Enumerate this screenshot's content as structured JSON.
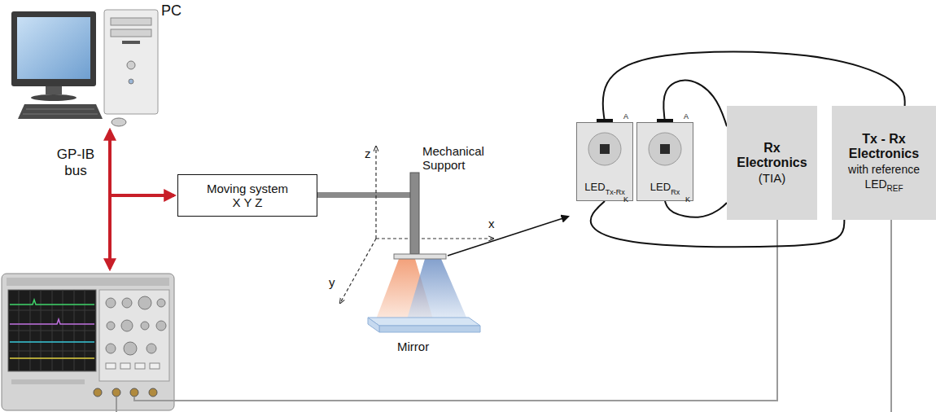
{
  "diagram": {
    "nodes": [
      {
        "text": [
          "Moving system X Y Z"
        ]
      },
      {
        "text": [
          "LED",
          "Tx-Rx"
        ]
      },
      {
        "text": [
          "LED",
          "Rx"
        ]
      },
      {
        "text": [
          "Rx Electronics",
          "(TIA)"
        ]
      },
      {
        "text": [
          "Tx - Rx Electronics",
          "with reference LED",
          "REF"
        ]
      }
    ],
    "edges": [
      {
        "from": 1,
        "to": 4,
        "arrow": "none"
      },
      {
        "from": 1,
        "to": 4,
        "arrow": "none"
      },
      {
        "from": 2,
        "to": 3,
        "arrow": "none"
      },
      {
        "from": 2,
        "to": 3,
        "arrow": "none"
      }
    ],
    "labels": [
      "PC",
      "GP-IB bus",
      "z",
      "x",
      "y",
      "Mechanical Support",
      "Mirror",
      "A",
      "K",
      "A",
      "K"
    ]
  }
}
